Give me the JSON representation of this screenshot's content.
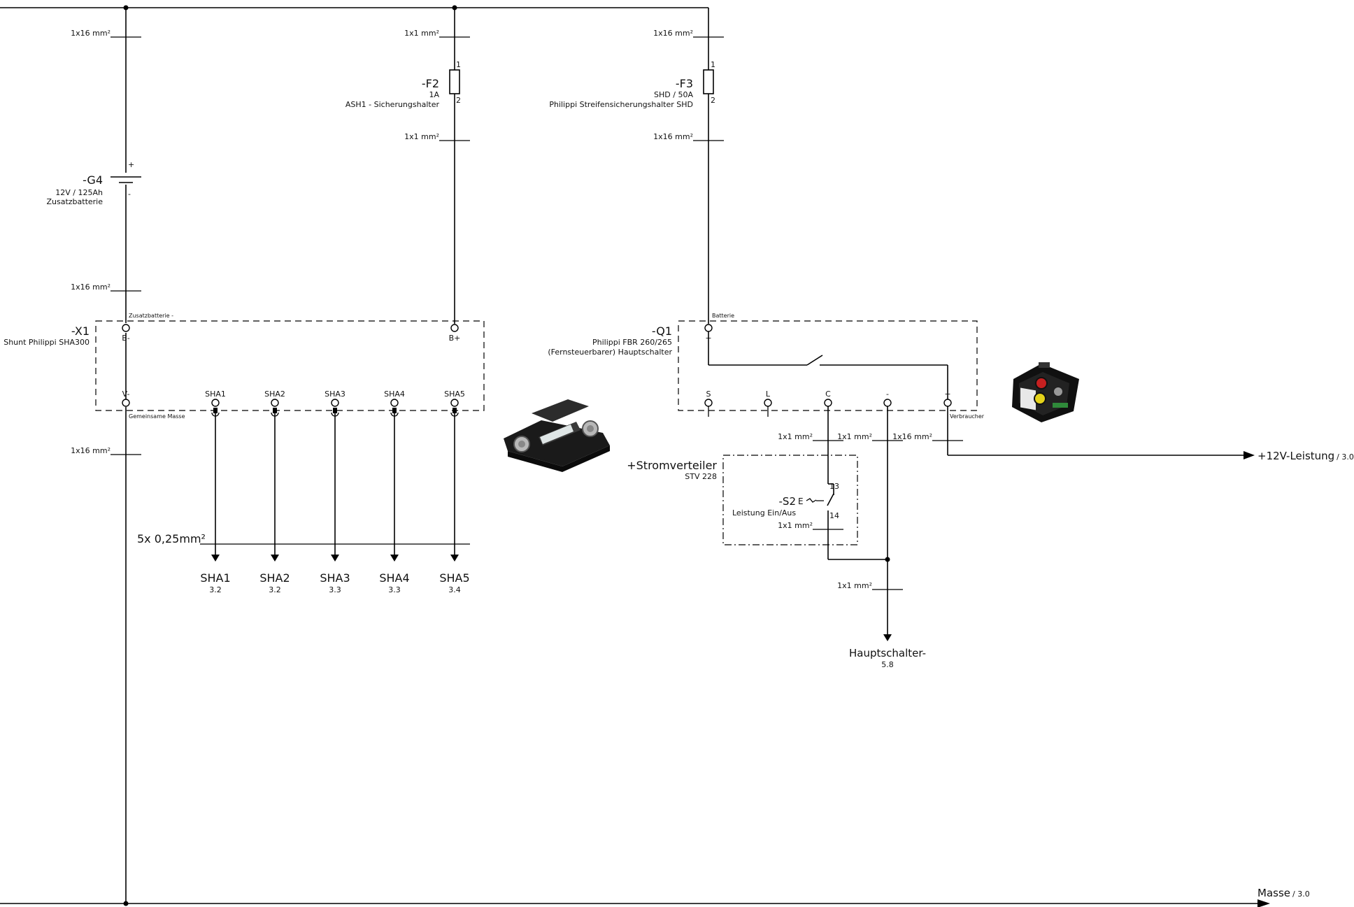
{
  "g4": {
    "tag": "-G4",
    "spec": "12V / 125Ah",
    "name": "Zusatzbatterie",
    "plus": "+",
    "minus": "-"
  },
  "f2": {
    "tag": "-F2",
    "spec": "1A",
    "name": "ASH1 - Sicherungshalter",
    "pin1": "1",
    "pin2": "2"
  },
  "f3": {
    "tag": "-F3",
    "spec": "SHD / 50A",
    "name": "Philippi Streifensicherungshalter SHD",
    "pin1": "1",
    "pin2": "2"
  },
  "x1": {
    "tag": "-X1",
    "name": "Shunt Philippi SHA300",
    "top_label": "Zusatzbatterie -",
    "bottom_label": "Gemeinsame Masse",
    "term_bminus": "B-",
    "term_bplus": "B+",
    "term_vminus": "V-",
    "terms": [
      "SHA1",
      "SHA2",
      "SHA3",
      "SHA4",
      "SHA5"
    ]
  },
  "q1": {
    "tag": "-Q1",
    "name1": "Philippi FBR 260/265",
    "name2": "(Fernsteuerbarer) Hauptschalter",
    "top_label": "Batterie",
    "plus_top": "+",
    "consumer_label": "Verbraucher",
    "terms": [
      "S",
      "L",
      "C",
      "-",
      "+"
    ]
  },
  "stromverteiler": {
    "tag": "+Stromverteiler",
    "name": "STV 228"
  },
  "s2": {
    "tag": "-S2",
    "mark": "E",
    "name": "Leistung Ein/Aus",
    "pin13": "13",
    "pin14": "14"
  },
  "wires": {
    "w16": "1x16 mm²",
    "w1": "1x1 mm²"
  },
  "bundle": "5x 0,25mm²",
  "sha_targets": [
    {
      "name": "SHA1",
      "ref": "3.2"
    },
    {
      "name": "SHA2",
      "ref": "3.2"
    },
    {
      "name": "SHA3",
      "ref": "3.3"
    },
    {
      "name": "SHA4",
      "ref": "3.3"
    },
    {
      "name": "SHA5",
      "ref": "3.4"
    }
  ],
  "hauptschalter": {
    "name": "Hauptschalter-",
    "ref": "5.8"
  },
  "leistung": {
    "name": "+12V-Leistung",
    "ref": "/ 3.0"
  },
  "masse": {
    "name": "Masse",
    "ref": "/ 3.0"
  }
}
